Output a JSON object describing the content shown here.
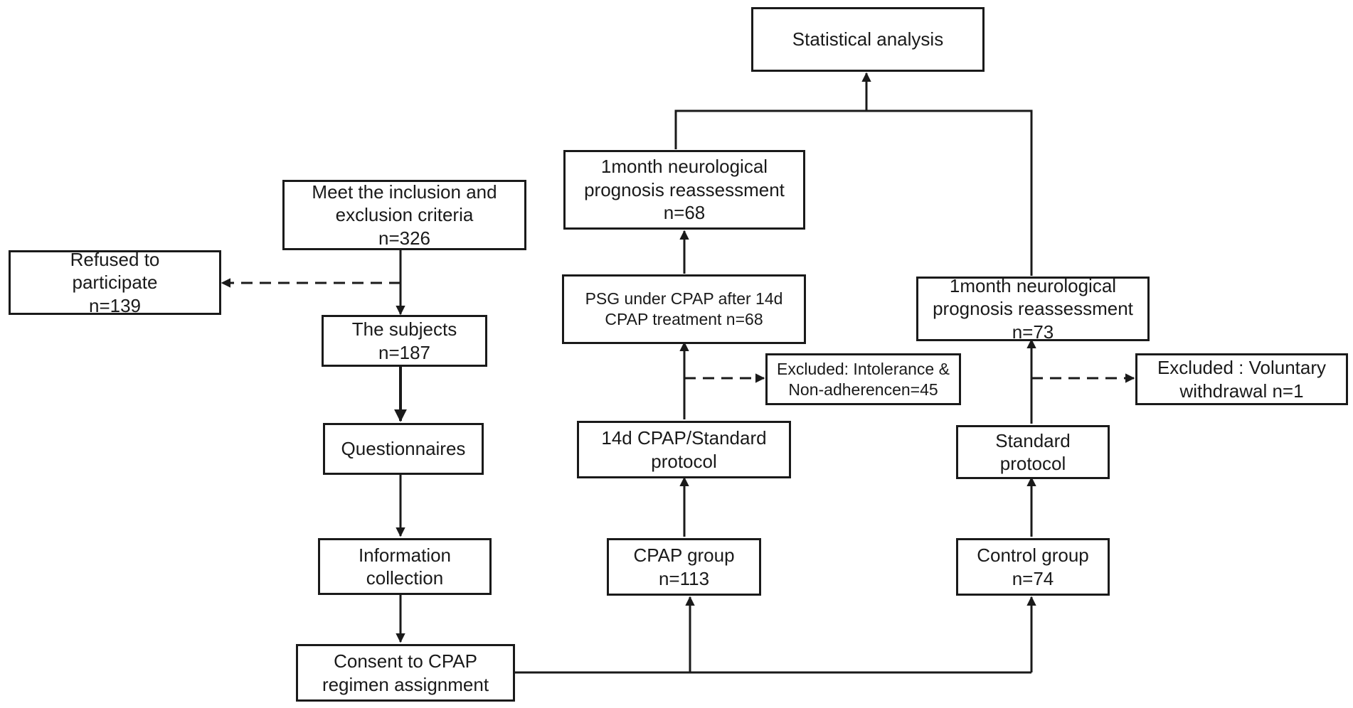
{
  "nodes": {
    "statistical_analysis": {
      "lines": [
        "Statistical analysis"
      ]
    },
    "meet_criteria": {
      "lines": [
        "Meet the inclusion and",
        "exclusion criteria",
        "n=326"
      ]
    },
    "refused": {
      "lines": [
        "Refused to",
        "participate",
        "n=139"
      ]
    },
    "subjects": {
      "lines": [
        "The subjects",
        "n=187"
      ]
    },
    "questionnaires": {
      "lines": [
        "Questionnaires"
      ]
    },
    "information_collection": {
      "lines": [
        "Information",
        "collection"
      ]
    },
    "consent": {
      "lines": [
        "Consent to CPAP",
        "regimen assignment"
      ]
    },
    "cpap_group": {
      "lines": [
        "CPAP group",
        "n=113"
      ]
    },
    "cpap_protocol": {
      "lines": [
        "14d CPAP/Standard",
        "protocol"
      ]
    },
    "psg": {
      "lines": [
        "PSG under CPAP after 14d",
        "CPAP treatment  n=68"
      ]
    },
    "excluded_intolerance": {
      "lines": [
        "Excluded: Intolerance &",
        "Non-adherencen=45"
      ]
    },
    "cpap_reassessment": {
      "lines": [
        "1month neurological",
        "prognosis reassessment",
        "n=68"
      ]
    },
    "control_group": {
      "lines": [
        "Control group",
        "n=74"
      ]
    },
    "standard_protocol": {
      "lines": [
        "Standard",
        "protocol"
      ]
    },
    "excluded_voluntary": {
      "lines": [
        "Excluded : Voluntary",
        "withdrawal  n=1"
      ]
    },
    "control_reassessment": {
      "lines": [
        "1month neurological",
        "prognosis reassessment",
        "n=73"
      ]
    }
  }
}
